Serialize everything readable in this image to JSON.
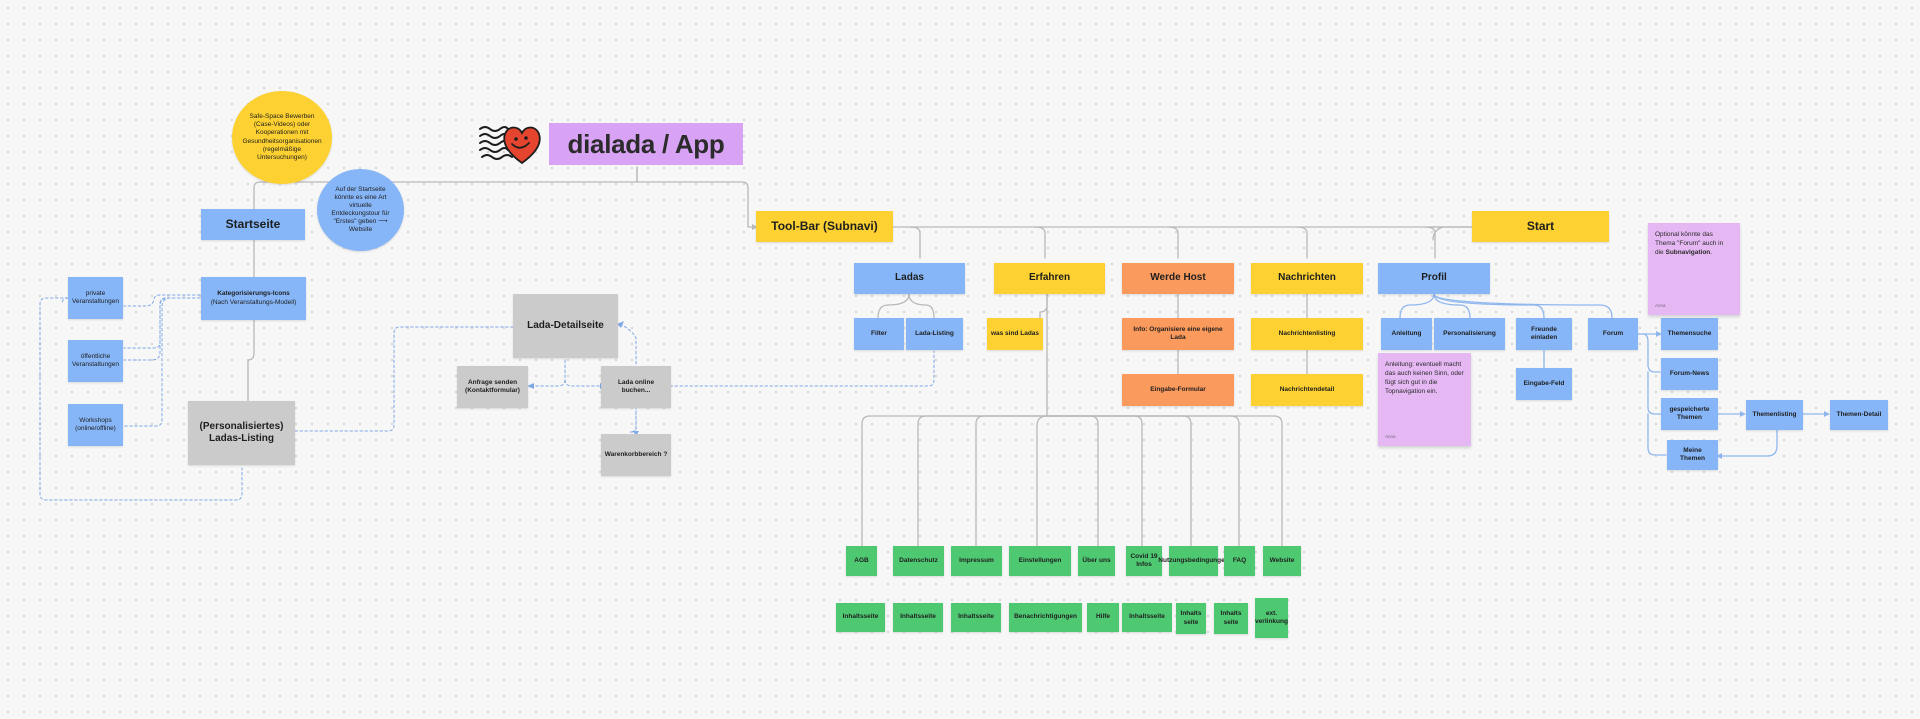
{
  "title": "dialada / App",
  "logo_icon": "heart-smiley-logo-icon",
  "colors": {
    "blue": "#86b6f7",
    "yellow": "#fdd131",
    "orange": "#fb9a5d",
    "green": "#4fc872",
    "gray": "#cbcbcb",
    "pink": "#e5b8f3",
    "title_purple": "#d8a3f5",
    "connector": "#b9b9b9",
    "dashed_connector": "#7fa9e6"
  },
  "bubbles": {
    "safe_space": "Safe-Space Bewerben (Case-Videos) oder Kooperationen mit Gesundheitsorganisationen (regelmäßige Untersuchungen)",
    "startseite_tour": "Auf der Startseite könnte es eine Art virtuelle Entdeckungstour für \"Erstes\" geben ⟶ Website"
  },
  "startseite": {
    "title": "Startseite",
    "kategorie_line1": "Kategorisierungs-Icons",
    "kategorie_line2": "(Nach Veranstaltungs-Modell)",
    "private": "private Veranstaltungen",
    "oeffentliche": "öffentliche Veranstaltungen",
    "workshops": "Workshops (online/offline)",
    "listing": "(Personalisiertes) Ladas-Listing"
  },
  "detail": {
    "detailseite": "Lada-Detailseite",
    "anfrage": "Anfrage senden (Kontaktformular)",
    "buchen": "Lada online buchen...",
    "warenkorb": "Warenkorbbereich ?"
  },
  "toolbar": {
    "label": "Tool-Bar (Subnavi)",
    "start": "Start"
  },
  "sections": {
    "ladas": "Ladas",
    "erfahren": "Erfahren",
    "werde_host": "Werde Host",
    "nachrichten": "Nachrichten",
    "profil": "Profil"
  },
  "ladas_children": {
    "filter": "Filter",
    "listing": "Lada-Listing"
  },
  "erfahren_children": {
    "was_sind": "was sind Ladas"
  },
  "host_children": {
    "info": "Info: Organisiere eine eigene Lada",
    "formular": "Eingabe-Formular"
  },
  "nachrichten_children": {
    "listing": "Nachrichtenlisting",
    "detail": "Nachrichtendetail"
  },
  "profil_children": {
    "anleitung": "Anleitung",
    "personalisierung": "Personalisierung",
    "freunde": "Freunde einladen",
    "eingabe_feld": "Eingabe-Feld",
    "forum": "Forum",
    "themensuche": "Themensuche",
    "forum_news": "Forum-News",
    "gespeicherte": "gespeicherte Themen",
    "themenlisting": "Themenlisting",
    "themen_detail": "Themen-Detail",
    "meine": "Meine Themen"
  },
  "notes": {
    "anleitung": "Anleitung: eventuell macht das auch keinen Sinn, oder fügt sich gut in die Topnavigation ein.",
    "anleitung_author": "Anna",
    "forum_prefix": "Optional könnte das Thema \"Forum\" auch in die ",
    "forum_bold": "Subnavigation",
    "forum_suffix": ".",
    "forum_author": "Anna"
  },
  "footer_pages": {
    "agb": "AGB",
    "datenschutz": "Datenschutz",
    "impressum": "Impressum",
    "einstellungen": "Einstellungen",
    "ueber_uns": "Über uns",
    "covid": "Covid 19 Infos",
    "nutzung": "Nutzungsbedingungen",
    "faq": "FAQ",
    "website": "Website"
  },
  "footer_children": {
    "inhalt_agb": "Inhaltsseite",
    "inhalt_datenschutz": "Inhaltsseite",
    "inhalt_impressum": "Inhaltsseite",
    "benachrichtigungen": "Benachrichtigungen",
    "hilfe": "Hilfe",
    "inhalt_covid": "Inhaltsseite",
    "inhalt_nutzung": "Inhalts seite",
    "inhalt_faq": "Inhalts seite",
    "ext_verlinkung": "ext. verlinkung"
  }
}
